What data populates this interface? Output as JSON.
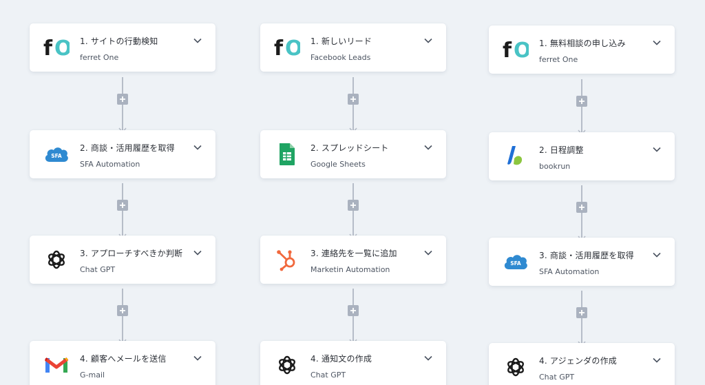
{
  "columns": [
    {
      "steps": [
        {
          "title": "1. サイトの行動検知",
          "service": "ferret One",
          "icon": "ferret-one-logo-icon"
        },
        {
          "title": "2. 商談・活用履歴を取得",
          "service": "SFA Automation",
          "icon": "sfa-cloud-icon"
        },
        {
          "title": "3. アプローチすべきか判断",
          "service": "Chat GPT",
          "icon": "chatgpt-icon"
        },
        {
          "title": "4. 顧客へメールを送信",
          "service": "G-mail",
          "icon": "gmail-icon"
        }
      ]
    },
    {
      "steps": [
        {
          "title": "1. 新しいリード",
          "service": "Facebook Leads",
          "icon": "ferret-one-logo-icon"
        },
        {
          "title": "2. スプレッドシート",
          "service": "Google Sheets",
          "icon": "google-sheets-icon"
        },
        {
          "title": "3. 連絡先を一覧に追加",
          "service": "Marketin Automation",
          "icon": "hubspot-icon"
        },
        {
          "title": "4. 通知文の作成",
          "service": "Chat GPT",
          "icon": "chatgpt-icon"
        }
      ]
    },
    {
      "steps": [
        {
          "title": "1. 無料相談の申し込み",
          "service": "ferret One",
          "icon": "ferret-one-logo-icon"
        },
        {
          "title": "2. 日程調整",
          "service": "bookrun",
          "icon": "bookrun-icon"
        },
        {
          "title": "3. 商談・活用履歴を取得",
          "service": "SFA Automation",
          "icon": "sfa-cloud-icon"
        },
        {
          "title": "4. アジェンダの作成",
          "service": "Chat GPT",
          "icon": "chatgpt-icon"
        }
      ]
    }
  ],
  "logo_text": {
    "ferret_f": "f",
    "ferret_o": "O",
    "sfa": "SFA"
  },
  "colors": {
    "background": "#eef2f6",
    "ferret_teal": "#49c3c5",
    "sfa_blue": "#2f8ad1",
    "sheets_green": "#1fa463",
    "hubspot_orange": "#f1683c",
    "bookrun_blue": "#1f6fd6",
    "bookrun_green": "#8cc63f"
  }
}
